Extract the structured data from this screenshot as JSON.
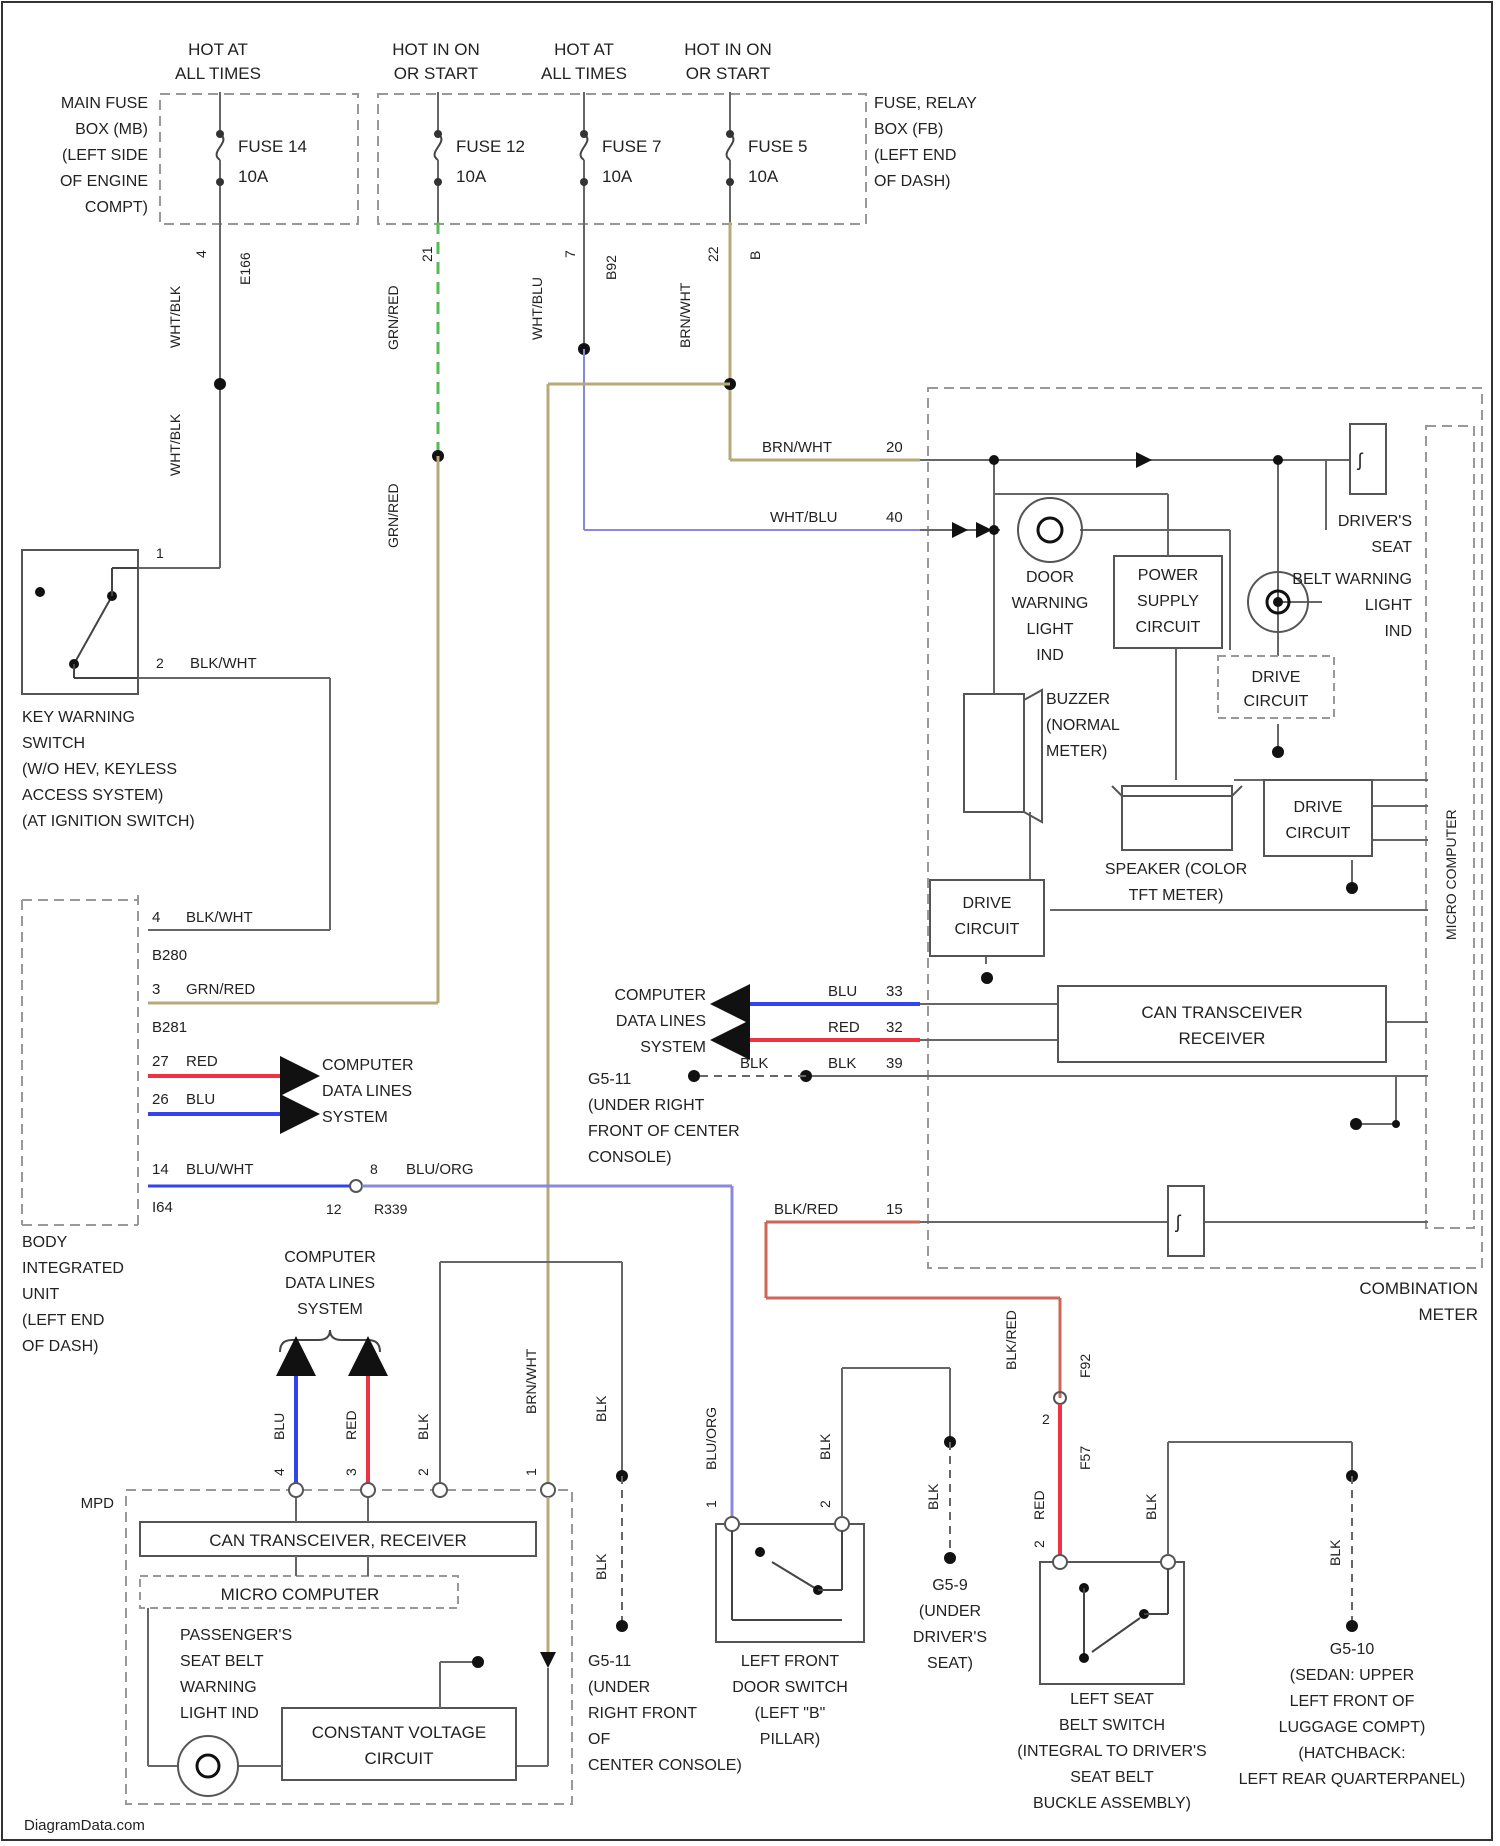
{
  "fuse_feeds": [
    {
      "id": "f14",
      "label": [
        "HOT AT",
        "ALL TIMES"
      ]
    },
    {
      "id": "f12",
      "label": [
        "HOT IN ON",
        "OR START"
      ]
    },
    {
      "id": "f7",
      "label": [
        "HOT AT",
        "ALL TIMES"
      ]
    },
    {
      "id": "f5",
      "label": [
        "HOT IN ON",
        "OR START"
      ]
    }
  ],
  "fuses": [
    {
      "id": "f14",
      "name": "FUSE 14",
      "rating": "10A"
    },
    {
      "id": "f12",
      "name": "FUSE 12",
      "rating": "10A"
    },
    {
      "id": "f7",
      "name": "FUSE 7",
      "rating": "10A"
    },
    {
      "id": "f5",
      "name": "FUSE 5",
      "rating": "10A"
    }
  ],
  "main_fuse_box_label": [
    "MAIN FUSE",
    "BOX (MB)",
    "(LEFT SIDE",
    "OF ENGINE",
    "COMPT)"
  ],
  "fuse_relay_box_label": [
    "FUSE, RELAY",
    "BOX (FB)",
    "(LEFT END",
    "OF DASH)"
  ],
  "fuse_pins": [
    {
      "id": "f14",
      "pin": "4",
      "conn": "E166"
    },
    {
      "id": "f12",
      "pin": "21",
      "conn": ""
    },
    {
      "id": "f7",
      "pin": "7",
      "conn": "B92"
    },
    {
      "id": "f5",
      "pin": "22",
      "conn": "B"
    }
  ],
  "wire_labels": {
    "f14_upper": "WHT/BLK",
    "f14_lower": "WHT/BLK",
    "f12_upper": "GRN/RED",
    "f12_lower": "GRN/RED",
    "f7": "WHT/BLU",
    "f5": "BRN/WHT"
  },
  "key_switch": {
    "pin1": "1",
    "pin2": "2",
    "wire2": "BLK/WHT",
    "label": [
      "KEY WARNING",
      "SWITCH",
      "(W/O HEV, KEYLESS",
      "ACCESS SYSTEM)",
      "(AT IGNITION SWITCH)"
    ]
  },
  "body_unit": {
    "label": [
      "BODY",
      "INTEGRATED",
      "UNIT",
      "(LEFT END",
      "OF DASH)"
    ],
    "pins": [
      {
        "pin": "4",
        "wire": "BLK/WHT",
        "conn": "B280"
      },
      {
        "pin": "3",
        "wire": "GRN/RED",
        "conn": "B281"
      },
      {
        "pin": "27",
        "wire": "RED",
        "conn": ""
      },
      {
        "pin": "26",
        "wire": "BLU",
        "conn": ""
      },
      {
        "pin": "14",
        "wire": "BLU/WHT",
        "conn": "I64"
      }
    ],
    "data_lines": [
      "COMPUTER",
      "DATA LINES",
      "SYSTEM"
    ],
    "r339_pin": "12",
    "r339_pin2": "8",
    "r339_conn": "R339",
    "r339_wire": "BLU/ORG"
  },
  "combination_meter": {
    "label": [
      "COMBINATION",
      "METER"
    ],
    "micro_computer": "MICRO COMPUTER",
    "pins": [
      {
        "pin": "20",
        "wire": "BRN/WHT"
      },
      {
        "pin": "40",
        "wire": "WHT/BLU"
      },
      {
        "pin": "33",
        "wire": "BLU"
      },
      {
        "pin": "32",
        "wire": "RED"
      },
      {
        "pin": "39",
        "wire": "BLK"
      },
      {
        "pin": "15",
        "wire": "BLK/RED"
      }
    ],
    "door_warning": [
      "DOOR",
      "WARNING",
      "LIGHT",
      "IND"
    ],
    "power_supply": [
      "POWER",
      "SUPPLY",
      "CIRCUIT"
    ],
    "seat_warning": [
      "DRIVER'S",
      "SEAT",
      "BELT WARNING",
      "LIGHT",
      "IND"
    ],
    "drive_circuit": [
      "DRIVE",
      "CIRCUIT"
    ],
    "buzzer": [
      "BUZZER",
      "(NORMAL",
      "METER)"
    ],
    "speaker": [
      "SPEAKER (COLOR",
      "TFT METER)"
    ],
    "can": [
      "CAN TRANSCEIVER",
      "RECEIVER"
    ],
    "data_lines": [
      "COMPUTER",
      "DATA LINES",
      "SYSTEM"
    ],
    "gnd_blk": "BLK"
  },
  "grounds": {
    "g511_top": [
      "G5-11",
      "(UNDER RIGHT",
      "FRONT OF CENTER",
      "CONSOLE)"
    ],
    "g511_bottom": [
      "G5-11",
      "(UNDER",
      "RIGHT FRONT",
      "OF",
      "CENTER CONSOLE)"
    ],
    "g59": [
      "G5-9",
      "(UNDER",
      "DRIVER'S",
      "SEAT)"
    ],
    "g510": [
      "G5-10",
      "(SEDAN: UPPER",
      "LEFT FRONT OF",
      "LUGGAGE COMPT)",
      "(HATCHBACK:",
      "LEFT REAR QUARTERPANEL)"
    ]
  },
  "mpd": {
    "id": "MPD",
    "data_lines": [
      "COMPUTER",
      "DATA LINES",
      "SYSTEM"
    ],
    "can": "CAN TRANSCEIVER, RECEIVER",
    "micro": "MICRO COMPUTER",
    "indicator": [
      "PASSENGER'S",
      "SEAT BELT",
      "WARNING",
      "LIGHT IND"
    ],
    "cvc": [
      "CONSTANT VOLTAGE",
      "CIRCUIT"
    ],
    "pins": [
      {
        "pin": "4",
        "wire": "BLU"
      },
      {
        "pin": "3",
        "wire": "RED"
      },
      {
        "pin": "2",
        "wire": "BLK"
      },
      {
        "pin": "1",
        "wire": "BRN/WHT"
      }
    ],
    "gnd_wire": "BLK",
    "gnd_wire2": "BLK"
  },
  "door_switch": {
    "label": [
      "LEFT FRONT",
      "DOOR SWITCH",
      "(LEFT \"B\"",
      "PILLAR)"
    ],
    "pin1": "1",
    "pin1_wire": "BLU/ORG",
    "pin2": "2",
    "pin2_wire": "BLK",
    "gnd_wire": "BLK"
  },
  "seat_switch": {
    "label": [
      "LEFT SEAT",
      "BELT SWITCH",
      "(INTEGRAL TO DRIVER'S",
      "SEAT BELT",
      "BUCKLE ASSEMBLY)"
    ],
    "pin1_wire_upper": "BLK/RED",
    "pin1_conn": "F92",
    "pin1_wire": "RED",
    "conn2": "F57",
    "pin_top": "2",
    "pin_bot": "2",
    "pin2_wire": "BLK",
    "gnd_wire": "BLK"
  },
  "watermark": "DiagramData.com",
  "colors": {
    "wire": "#666666",
    "brown": "#b8a97a",
    "green": "#55bb55",
    "blue": "#3344ee",
    "red": "#ee3344",
    "lightblue": "#8888dd",
    "brownred": "#cc6655",
    "dashed": "#999999"
  }
}
